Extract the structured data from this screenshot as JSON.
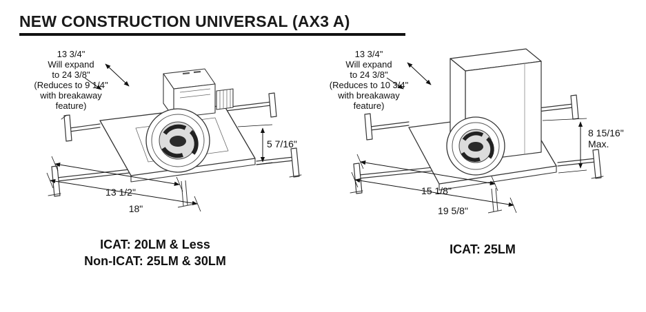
{
  "title": "NEW CONSTRUCTION UNIVERSAL (AX3 A)",
  "left": {
    "note": [
      "13 3/4\"",
      "Will expand",
      "to 24 3/8\"",
      "(Reduces to 9 1/4\"",
      "with breakaway",
      "feature)"
    ],
    "height": "5 7/16\"",
    "width_inner": "13 1/2\"",
    "width_outer": "18\"",
    "caption": [
      "ICAT: 20LM & Less",
      "Non-ICAT: 25LM & 30LM"
    ]
  },
  "right": {
    "note": [
      "13 3/4\"",
      "Will expand",
      "to 24 3/8\"",
      "(Reduces to 10 3/4\"",
      "with breakaway",
      "feature)"
    ],
    "height": "8 15/16\"",
    "height_suffix": "Max.",
    "width_inner": "15 1/8\"",
    "width_outer": "19 5/8\"",
    "caption": [
      "ICAT: 25LM"
    ]
  }
}
